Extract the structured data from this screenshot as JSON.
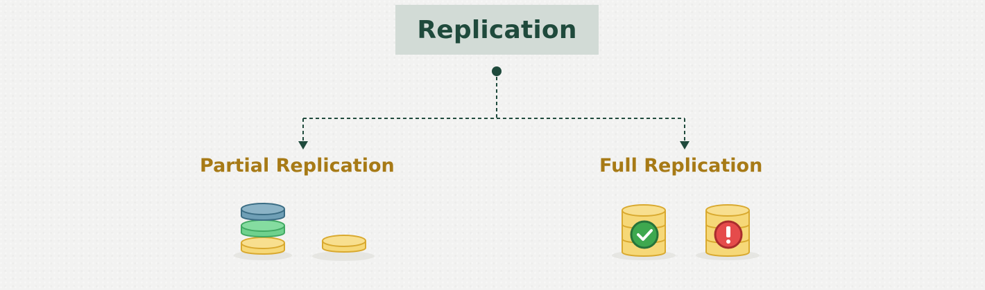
{
  "title": "Replication",
  "branches": [
    {
      "label": "Partial Replication"
    },
    {
      "label": "Full Replication"
    }
  ],
  "colors": {
    "title_bg": "#d2dbd6",
    "title_text": "#1f4a3c",
    "branch_text": "#a77a16",
    "connector": "#1f4a3c",
    "coin_gold": "#f6d878",
    "coin_outline": "#d9a92f",
    "blue_layer": "#6f9fb6",
    "green_layer": "#6fd18d",
    "check_green": "#3ea84f",
    "alert_red": "#e54b4b"
  },
  "icons": [
    "check-icon",
    "exclamation-icon",
    "database-stack-icon"
  ]
}
